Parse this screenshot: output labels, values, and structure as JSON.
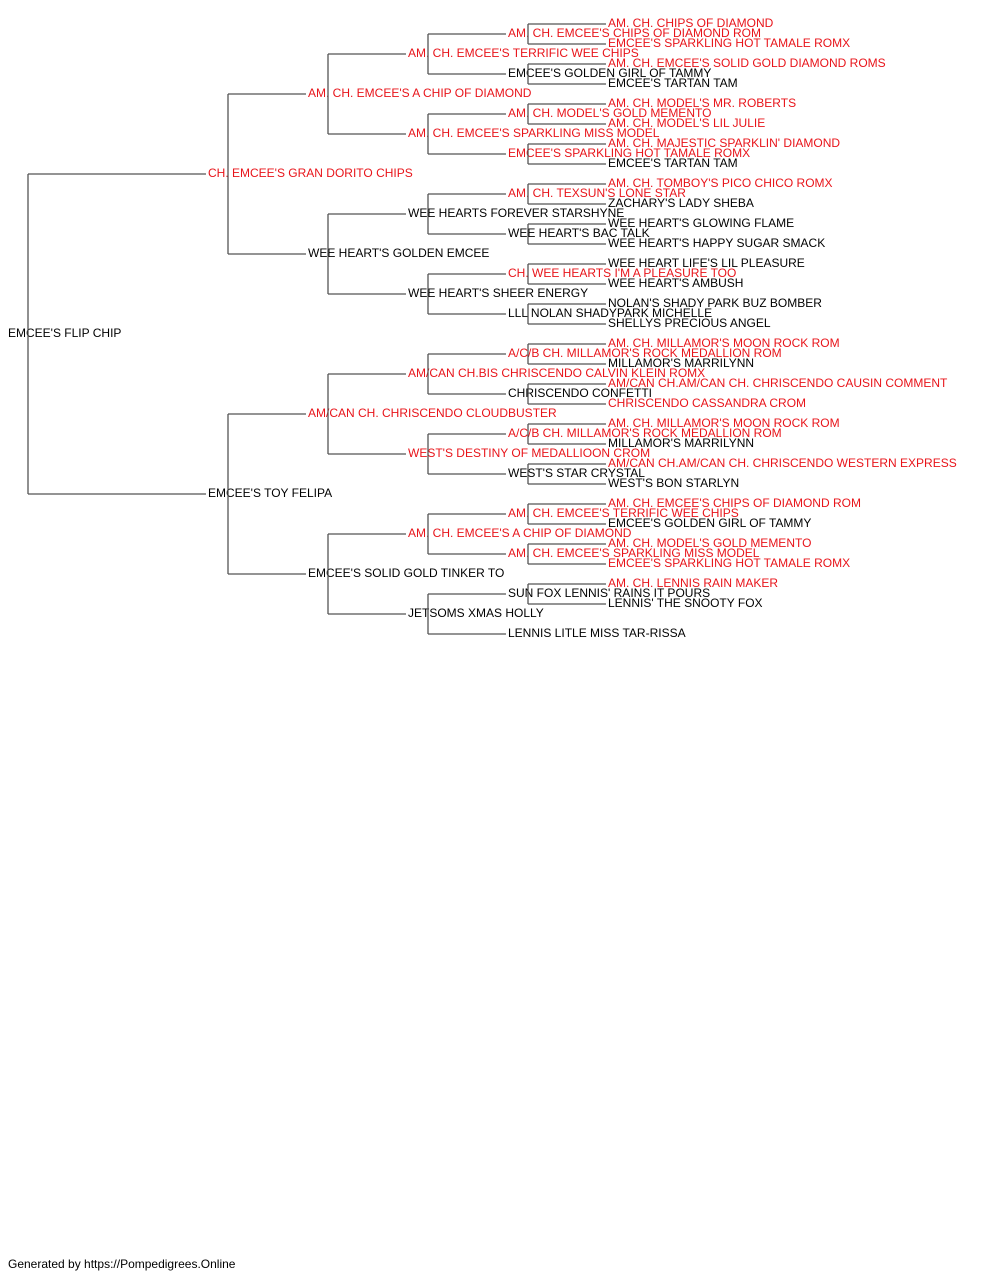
{
  "colors": {
    "champion": "#e8141a",
    "regular": "#000000",
    "connector": "#555555"
  },
  "pedigree": {
    "name": "EMCEE'S FLIP CHIP",
    "ch": false,
    "sire": {
      "name": "CH. EMCEE'S GRAN DORITO CHIPS",
      "ch": true,
      "sire": {
        "name": "AM. CH. EMCEE'S A CHIP OF DIAMOND",
        "ch": true,
        "sire": {
          "name": "AM. CH. EMCEE'S TERRIFIC WEE CHIPS",
          "ch": true,
          "sire": {
            "name": "AM. CH. EMCEE'S CHIPS OF DIAMOND ROM",
            "ch": true,
            "sire": {
              "name": "AM. CH. CHIPS OF DIAMOND",
              "ch": true
            },
            "dam": {
              "name": "EMCEE'S SPARKLING HOT TAMALE ROMX",
              "ch": true
            }
          },
          "dam": {
            "name": "EMCEE'S GOLDEN GIRL OF TAMMY",
            "ch": false,
            "sire": {
              "name": "AM. CH. EMCEE'S SOLID GOLD DIAMOND ROMS",
              "ch": true
            },
            "dam": {
              "name": "EMCEE'S TARTAN TAM",
              "ch": false
            }
          }
        },
        "dam": {
          "name": "AM. CH. EMCEE'S SPARKLING MISS MODEL",
          "ch": true,
          "sire": {
            "name": "AM. CH. MODEL'S GOLD MEMENTO",
            "ch": true,
            "sire": {
              "name": "AM. CH. MODEL'S MR. ROBERTS",
              "ch": true
            },
            "dam": {
              "name": "AM. CH. MODEL'S LIL JULIE",
              "ch": true
            }
          },
          "dam": {
            "name": "EMCEE'S SPARKLING HOT TAMALE ROMX",
            "ch": true,
            "sire": {
              "name": "AM. CH. MAJESTIC SPARKLIN' DIAMOND",
              "ch": true
            },
            "dam": {
              "name": "EMCEE'S TARTAN TAM",
              "ch": false
            }
          }
        }
      },
      "dam": {
        "name": "WEE HEART'S GOLDEN EMCEE",
        "ch": false,
        "sire": {
          "name": "WEE HEARTS FOREVER STARSHYNE",
          "ch": false,
          "sire": {
            "name": "AM. CH. TEXSUN'S LONE STAR",
            "ch": true,
            "sire": {
              "name": "AM. CH. TOMBOY'S PICO CHICO ROMX",
              "ch": true
            },
            "dam": {
              "name": "ZACHARY'S LADY SHEBA",
              "ch": false
            }
          },
          "dam": {
            "name": "WEE HEART'S BAC TALK",
            "ch": false,
            "sire": {
              "name": "WEE HEART'S GLOWING FLAME",
              "ch": false
            },
            "dam": {
              "name": "WEE HEART'S HAPPY SUGAR SMACK",
              "ch": false
            }
          }
        },
        "dam": {
          "name": "WEE HEART'S SHEER ENERGY",
          "ch": false,
          "sire": {
            "name": "CH. WEE HEARTS I'M A PLEASURE TOO",
            "ch": true,
            "sire": {
              "name": "WEE HEART LIFE'S LIL PLEASURE",
              "ch": false
            },
            "dam": {
              "name": "WEE HEART'S AMBUSH",
              "ch": false
            }
          },
          "dam": {
            "name": "LLL NOLAN SHADYPARK MICHELLE",
            "ch": false,
            "sire": {
              "name": "NOLAN'S SHADY PARK BUZ BOMBER",
              "ch": false
            },
            "dam": {
              "name": "SHELLYS PRECIOUS ANGEL",
              "ch": false
            }
          }
        }
      }
    },
    "dam": {
      "name": "EMCEE'S TOY FELIPA",
      "ch": false,
      "sire": {
        "name": "AM/CAN CH. CHRISCENDO CLOUDBUSTER",
        "ch": true,
        "sire": {
          "name": "AM/CAN CH.BIS CHRISCENDO CALVIN KLEIN ROMX",
          "ch": true,
          "sire": {
            "name": "A/C/B CH. MILLAMOR'S ROCK MEDALLION ROM",
            "ch": true,
            "sire": {
              "name": "AM. CH. MILLAMOR'S MOON ROCK ROM",
              "ch": true
            },
            "dam": {
              "name": "MILLAMOR'S MARRILYNN",
              "ch": false
            }
          },
          "dam": {
            "name": "CHRISCENDO CONFETTI",
            "ch": false,
            "sire": {
              "name": "AM/CAN CH.AM/CAN CH. CHRISCENDO CAUSIN COMMENT",
              "ch": true
            },
            "dam": {
              "name": "CHRISCENDO CASSANDRA CROM",
              "ch": true
            }
          }
        },
        "dam": {
          "name": "WEST'S DESTINY OF MEDALLIOON CROM",
          "ch": true,
          "sire": {
            "name": "A/C/B CH. MILLAMOR'S ROCK MEDALLION ROM",
            "ch": true,
            "sire": {
              "name": "AM. CH. MILLAMOR'S MOON ROCK ROM",
              "ch": true
            },
            "dam": {
              "name": "MILLAMOR'S MARRILYNN",
              "ch": false
            }
          },
          "dam": {
            "name": "WEST'S STAR CRYSTAL",
            "ch": false,
            "sire": {
              "name": "AM/CAN CH.AM/CAN CH. CHRISCENDO WESTERN EXPRESS",
              "ch": true
            },
            "dam": {
              "name": "WEST'S BON STARLYN",
              "ch": false
            }
          }
        }
      },
      "dam": {
        "name": "EMCEE'S SOLID GOLD TINKER TO",
        "ch": false,
        "sire": {
          "name": "AM. CH. EMCEE'S A CHIP OF DIAMOND",
          "ch": true,
          "sire": {
            "name": "AM. CH. EMCEE'S TERRIFIC WEE CHIPS",
            "ch": true,
            "sire": {
              "name": "AM. CH. EMCEE'S CHIPS OF DIAMOND ROM",
              "ch": true
            },
            "dam": {
              "name": "EMCEE'S GOLDEN GIRL OF TAMMY",
              "ch": false
            }
          },
          "dam": {
            "name": "AM. CH. EMCEE'S SPARKLING MISS MODEL",
            "ch": true,
            "sire": {
              "name": "AM. CH. MODEL'S GOLD MEMENTO",
              "ch": true
            },
            "dam": {
              "name": "EMCEE'S SPARKLING HOT TAMALE ROMX",
              "ch": true
            }
          }
        },
        "dam": {
          "name": "JETSOMS XMAS HOLLY",
          "ch": false,
          "sire": {
            "name": "SUN FOX LENNIS' RAINS IT POURS",
            "ch": false,
            "sire": {
              "name": "AM. CH. LENNIS RAIN MAKER",
              "ch": true
            },
            "dam": {
              "name": "LENNIS' THE SNOOTY FOX",
              "ch": false
            }
          },
          "dam": {
            "name": "LENNIS LITLE MISS TAR-RISSA",
            "ch": false
          }
        }
      }
    }
  },
  "footer": {
    "text": "Generated by https://Pompedigrees.Online"
  }
}
